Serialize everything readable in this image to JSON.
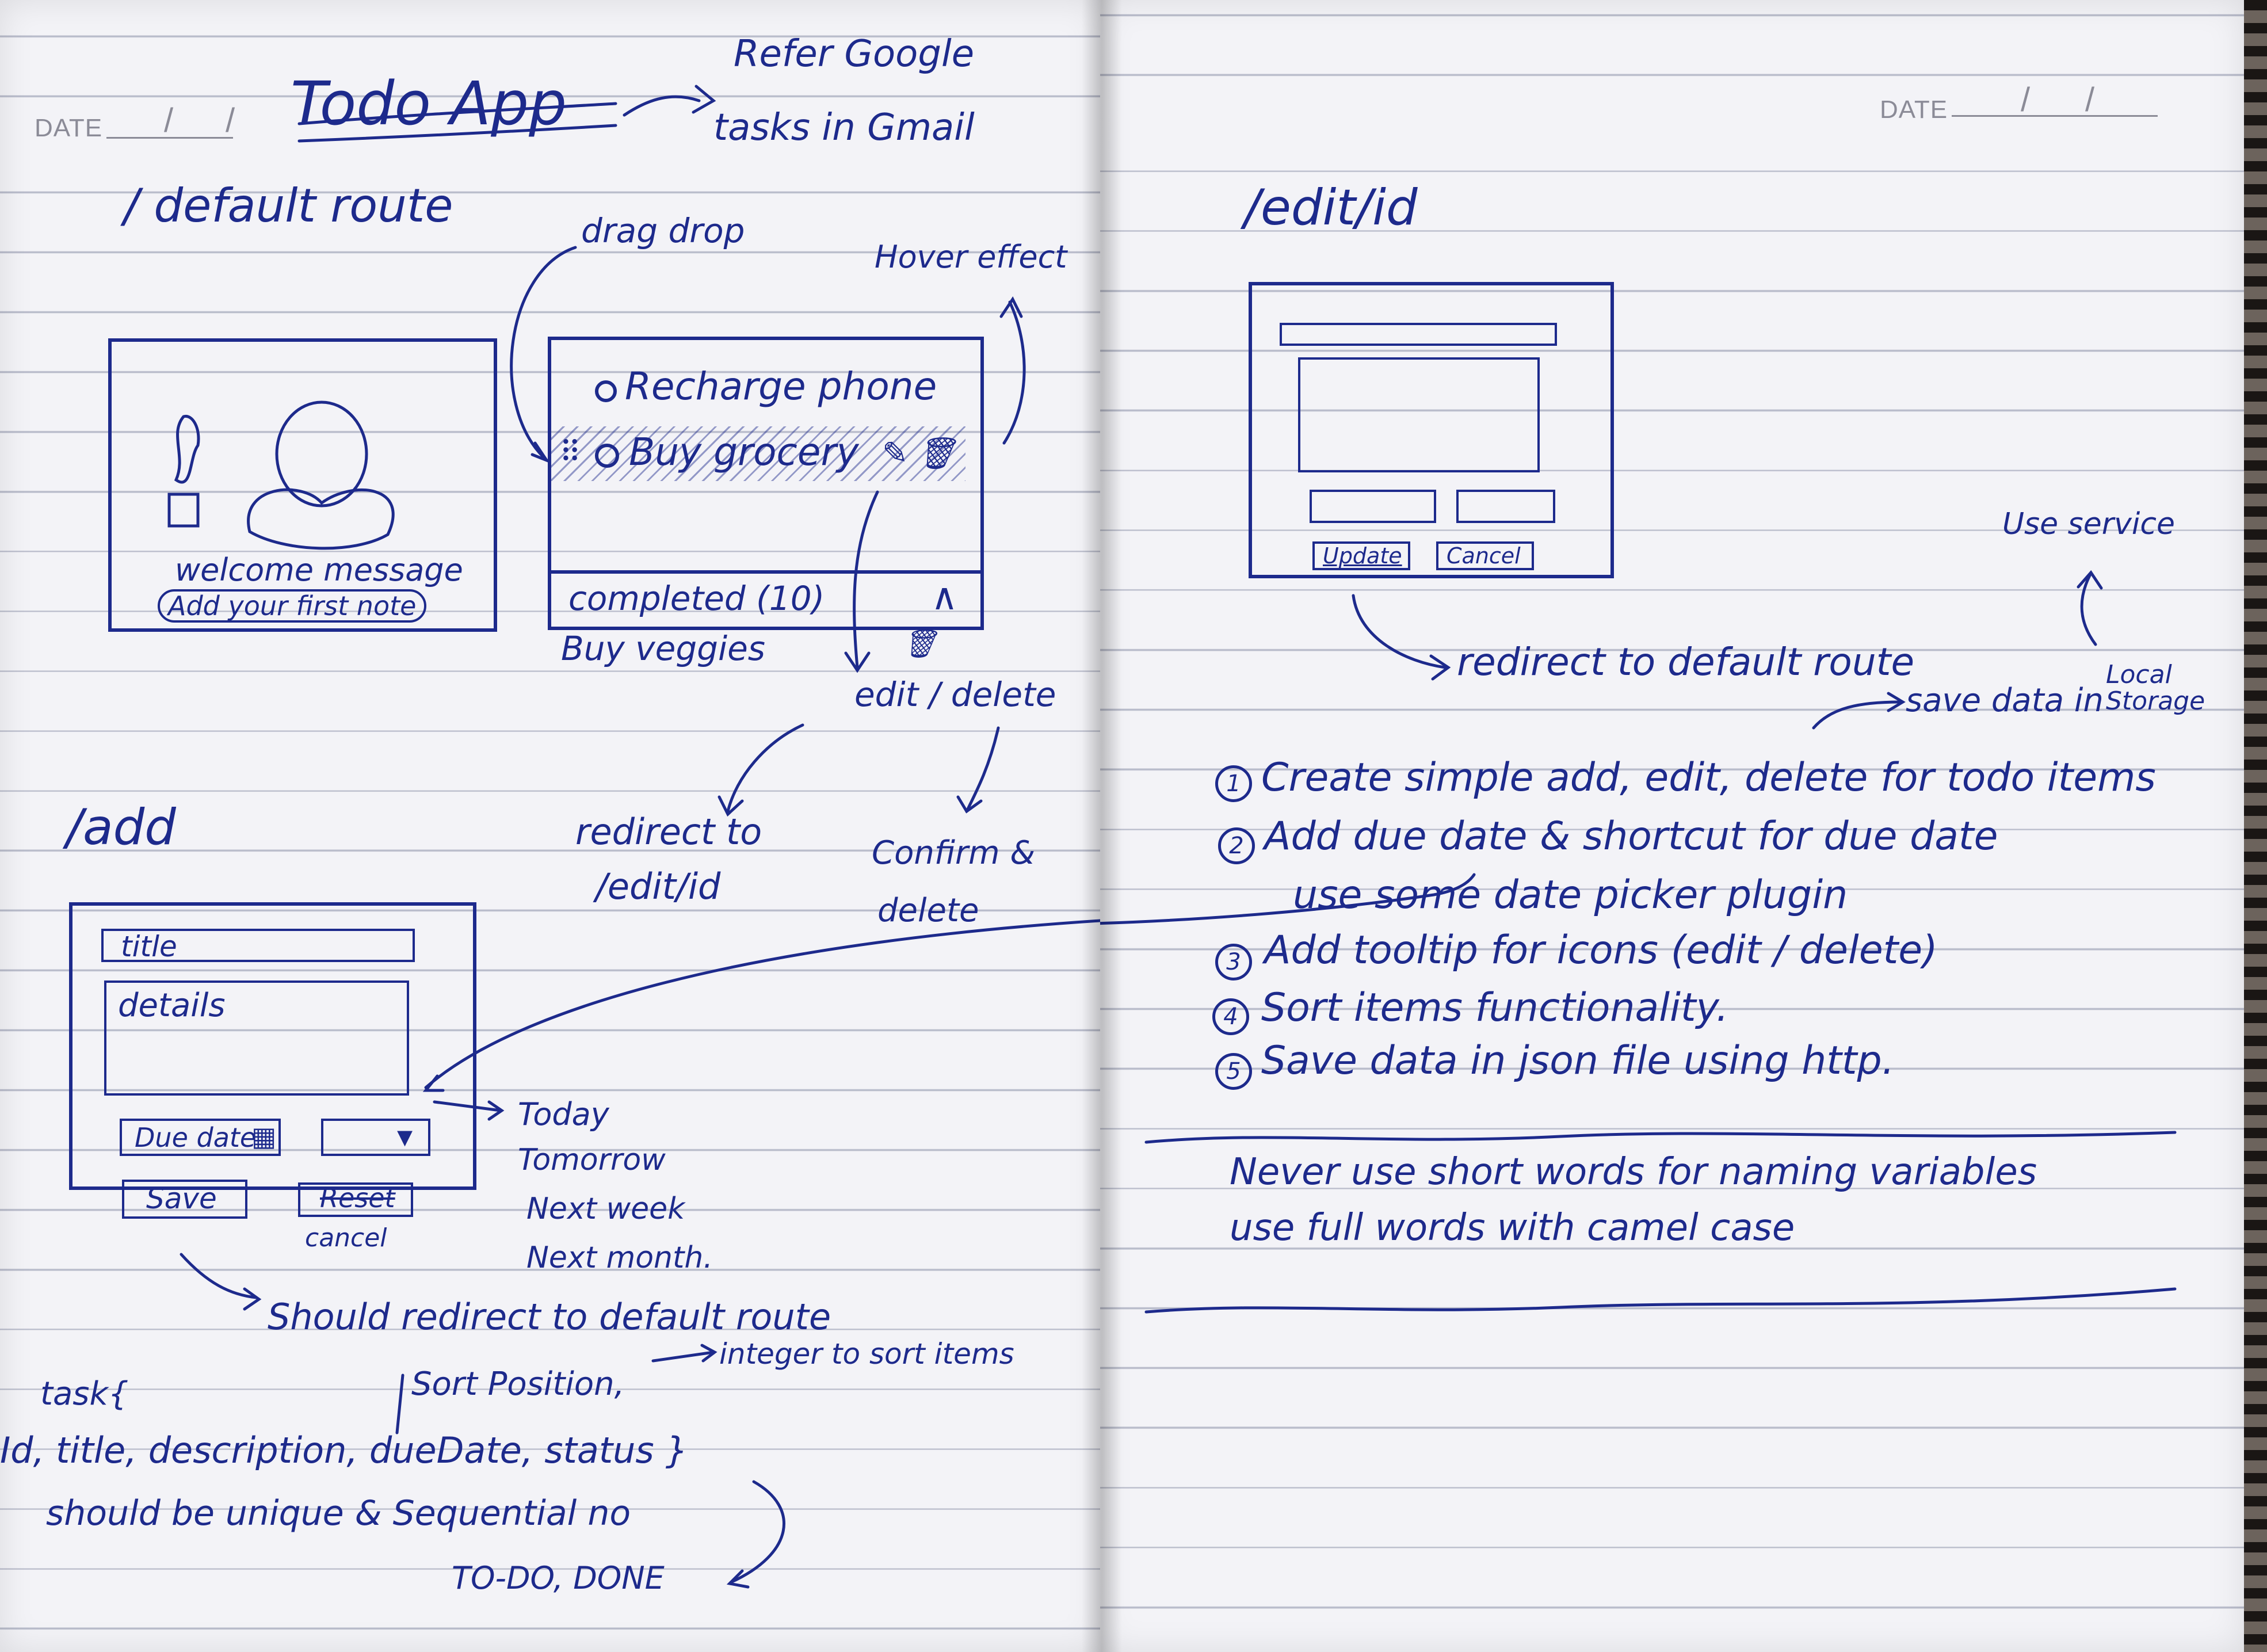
{
  "left_page": {
    "date_label": "DATE",
    "title": "Todo App",
    "title_note": "Refer Google",
    "title_note_line2": "tasks in Gmail",
    "default_route": {
      "heading": "/ default route",
      "empty_state": {
        "welcome": "welcome message",
        "add_first": "Add your first note"
      },
      "drag_drop_note": "drag drop",
      "hover_note": "Hover effect",
      "todo_list": {
        "items": [
          "Recharge phone",
          "Buy grocery"
        ],
        "completed_label": "completed (10)",
        "completed_items": [
          "Buy veggies"
        ]
      },
      "edit_delete_note": "edit / delete",
      "redirect_note": "redirect to",
      "redirect_target": "/edit/id",
      "confirm_note": "Confirm &",
      "confirm_note_line2": "delete"
    },
    "add_route": {
      "heading": "/add",
      "title_field": "title",
      "details_field": "details",
      "due_date_field": "Due date",
      "save_button": "Save",
      "reset_button": "Reset",
      "cancel_label": "cancel",
      "shortcut_options": [
        "Today",
        "Tomorrow",
        "Next week",
        "Next month."
      ],
      "redirect_note": "Should redirect to default route"
    },
    "model": {
      "task_open": "task{",
      "sort_position": "Sort Position,",
      "sort_note": "integer to sort items",
      "fields_line": "Id, title, description, dueDate, status }",
      "id_note": "should be unique & Sequential no",
      "status_values": "TO-DO, DONE"
    }
  },
  "right_page": {
    "date_label": "DATE",
    "edit_route": {
      "heading": "/edit/id",
      "update_button": "Update",
      "cancel_button": "Cancel",
      "redirect_note": "redirect to default route",
      "use_service_note": "Use service",
      "local_storage_note": "save data in",
      "local_storage_note_tail": "Local Storage"
    },
    "tasks": [
      {
        "num": "1",
        "text": "Create simple add, edit, delete for todo items"
      },
      {
        "num": "2",
        "text": "Add due date & shortcut for due date"
      },
      {
        "num": "",
        "text": "use some date picker plugin"
      },
      {
        "num": "3",
        "text": "Add tooltip for icons (edit / delete)"
      },
      {
        "num": "4",
        "text": "Sort items functionality."
      },
      {
        "num": "5",
        "text": "Save data in json file using http."
      }
    ],
    "naming_rule": "Never use short words for naming variables",
    "naming_rule_line2": "use full words with camel case"
  }
}
